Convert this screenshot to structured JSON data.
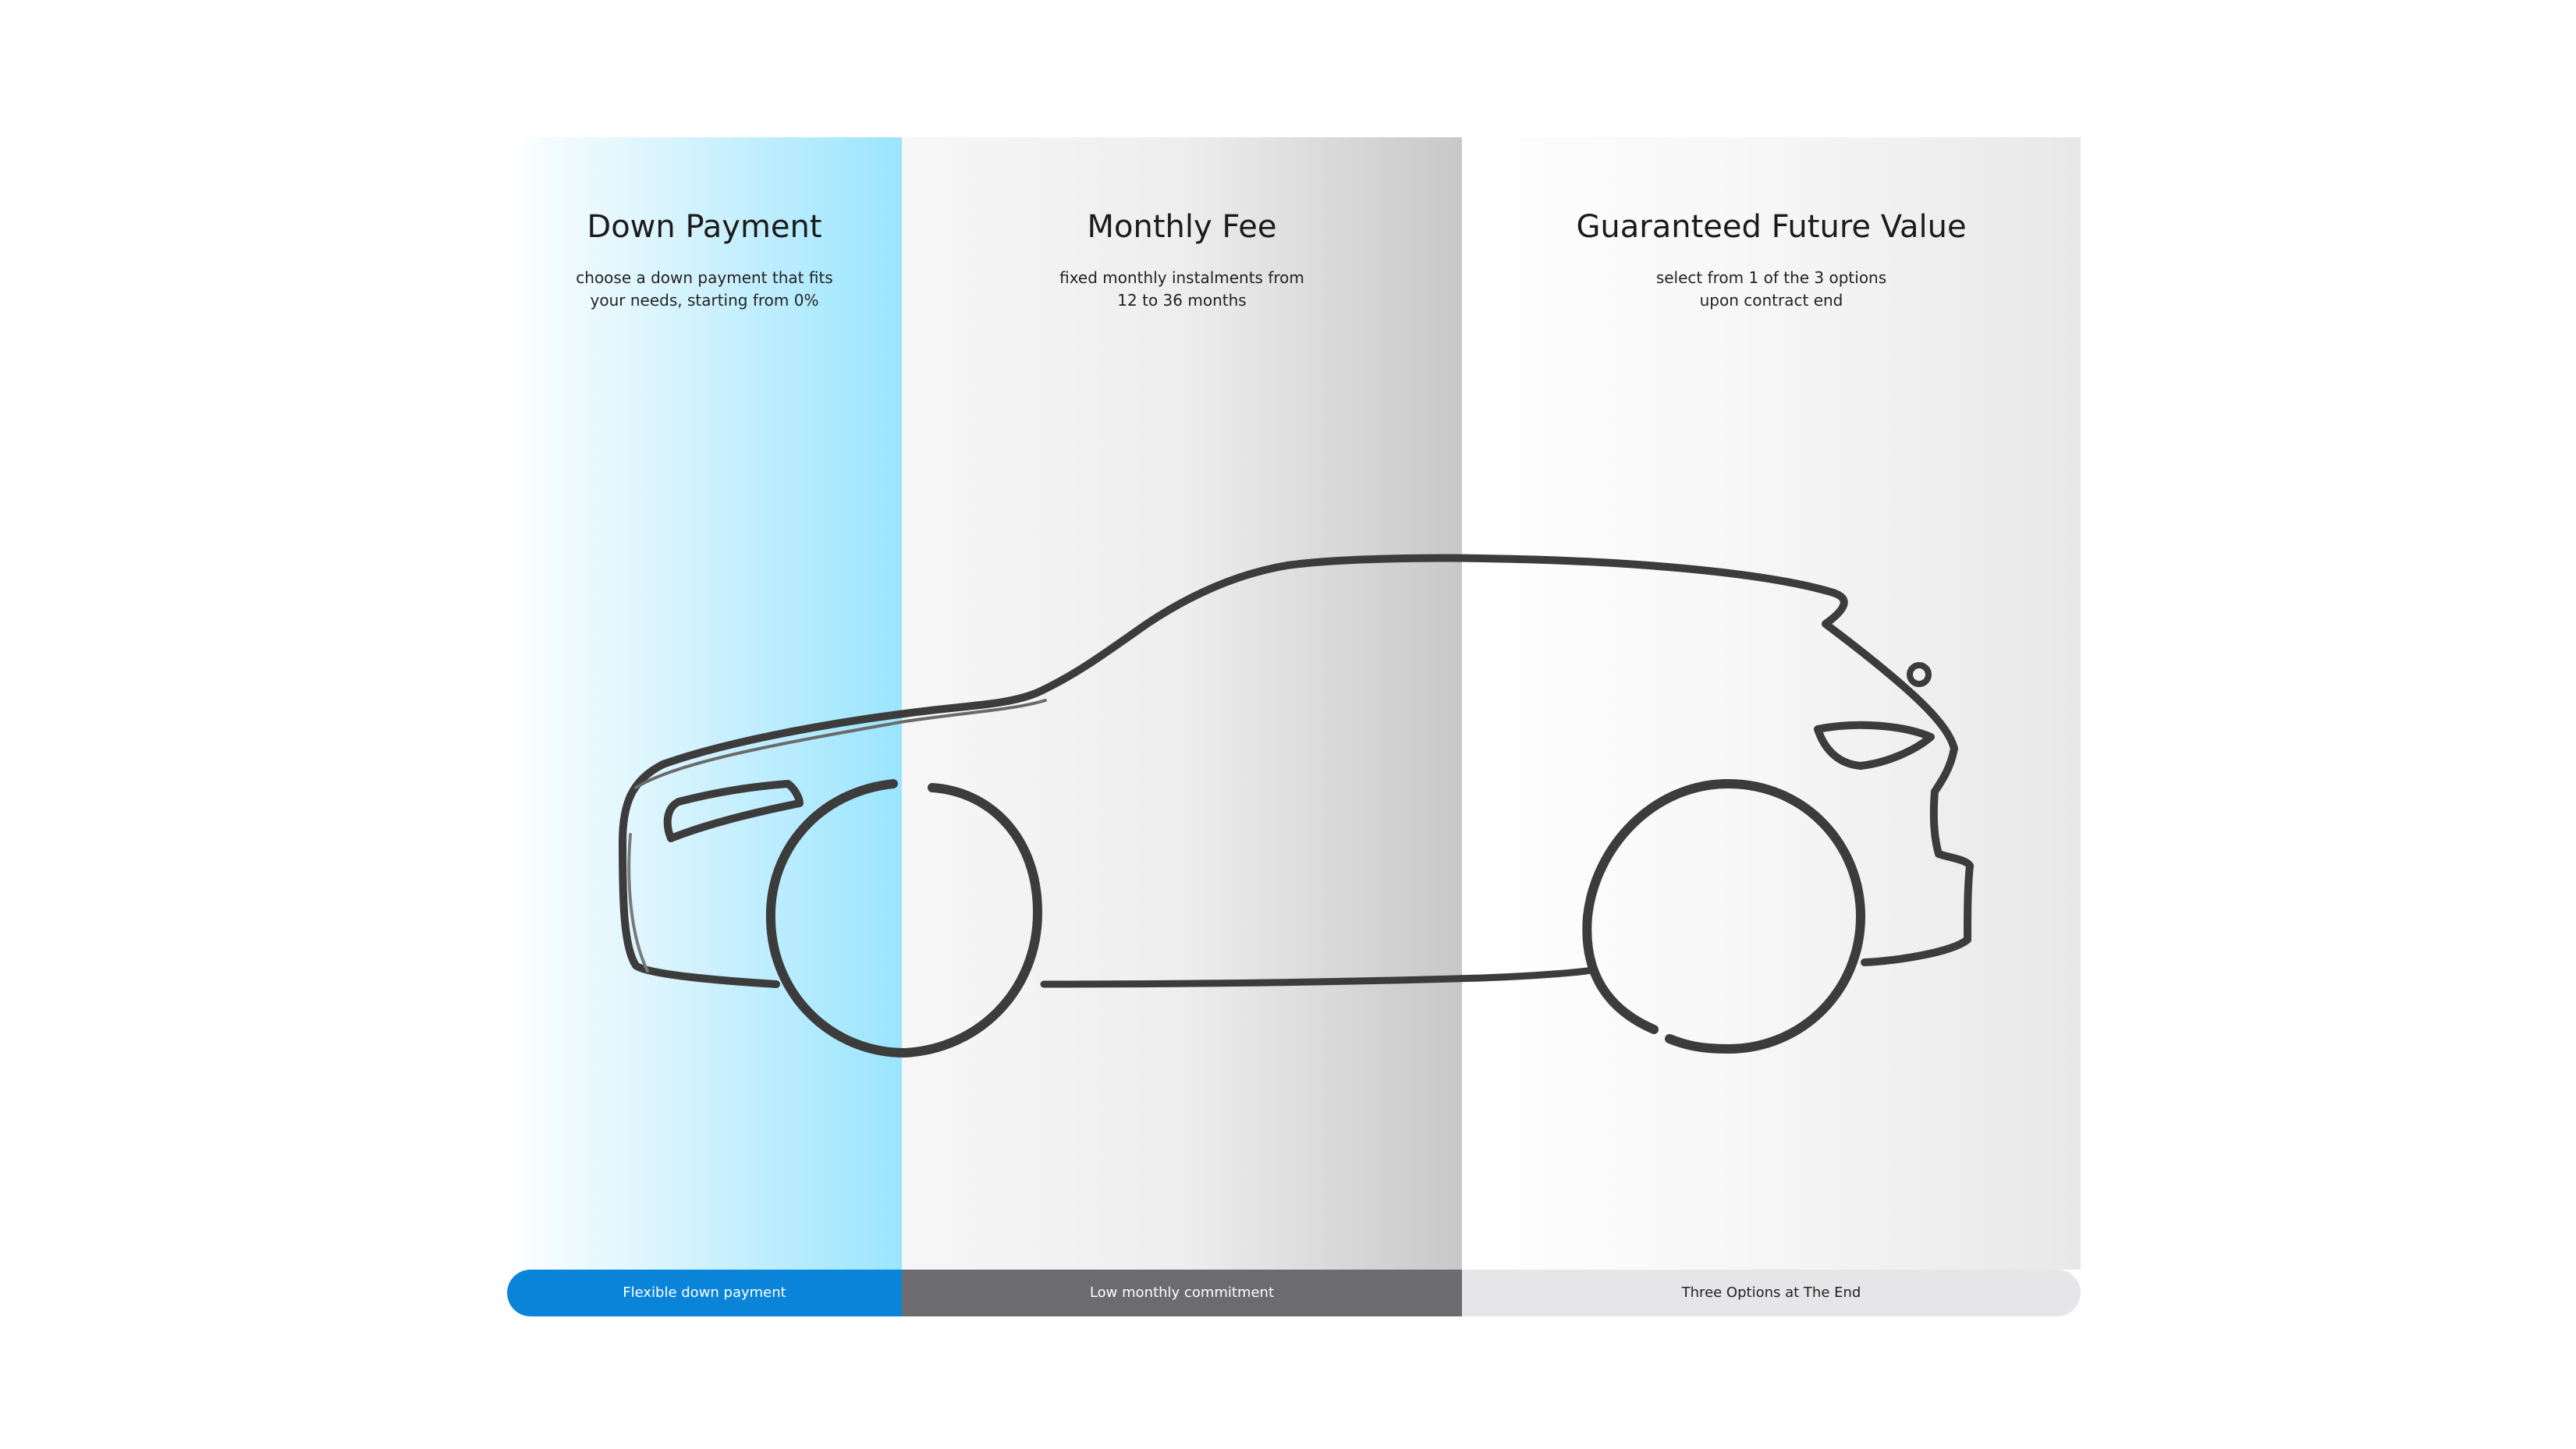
{
  "columns": [
    {
      "title": "Down Payment",
      "description": "choose a down payment that fits\nyour needs, starting from 0%",
      "bar_label": "Flexible down payment"
    },
    {
      "title": "Monthly Fee",
      "description": "fixed monthly instalments from\n12 to 36 months",
      "bar_label": "Low monthly commitment"
    },
    {
      "title": "Guaranteed Future Value",
      "description": "select from 1 of the 3 options\nupon contract end",
      "bar_label": "Three Options at The End"
    }
  ],
  "colors": {
    "accent_blue": "#0a84d9",
    "light_blue": "#9ae5ff",
    "dark_grey": "#6b6b70",
    "light_grey": "#e6e6e8",
    "car_outline": "#3c3c3c"
  },
  "illustration": {
    "icon": "car-silhouette-icon"
  }
}
